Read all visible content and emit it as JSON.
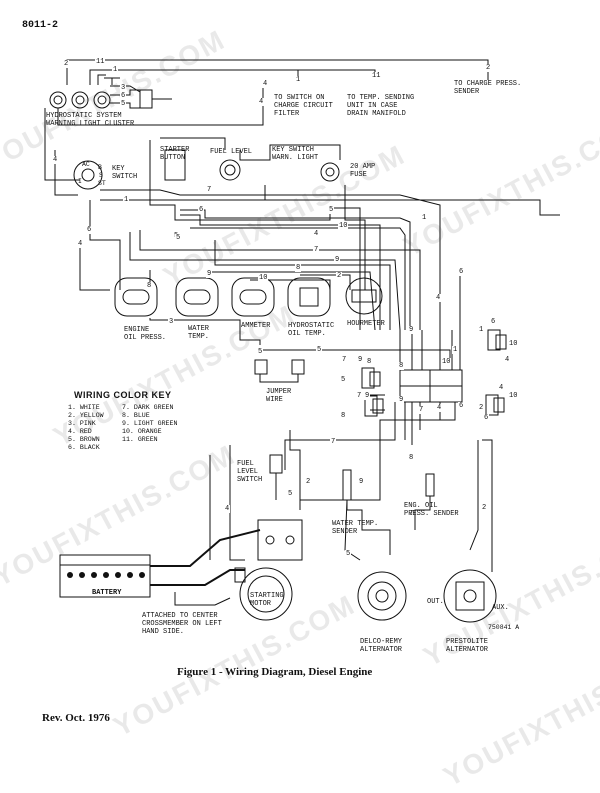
{
  "page_number": "8011-2",
  "caption": "Figure 1 - Wiring Diagram, Diesel Engine",
  "revision": "Rev. Oct. 1976",
  "watermark": "YOUFIXTHIS.COM",
  "labels": {
    "cluster": "HYDROSTATIC SYSTEM\nWARNING LIGHT CLUSTER",
    "switch_charge": "TO SWITCH ON\nCHARGE CIRCUIT\nFILTER",
    "temp_sending": "TO TEMP. SENDING\nUNIT IN CASE\nDRAIN MANIFOLD",
    "charge_press": "TO CHARGE PRESS.\nSENDER",
    "key_switch": "KEY\nSWITCH",
    "starter_button": "STARTER\nBUTTON",
    "fuel_level": "FUEL LEVEL",
    "key_switch_warn": "KEY SWITCH\nWARN. LIGHT",
    "fuse": "20 AMP\nFUSE",
    "engine_oil": "ENGINE\nOIL PRESS.",
    "water_temp": "WATER\nTEMP.",
    "ammeter": "AMMETER",
    "hydro_oil_temp": "HYDROSTATIC\nOIL TEMP.",
    "hourmeter": "HOURMETER",
    "jumper_wire": "JUMPER\nWIRE",
    "fuel_level_switch": "FUEL\nLEVEL\nSWITCH",
    "water_temp_sender": "WATER TEMP.\nSENDER",
    "eng_oil_sender": "ENG. OIL\nPRESS. SENDER",
    "battery": "BATTERY",
    "attached": "ATTACHED TO CENTER\nCROSSMEMBER ON LEFT\nHAND SIDE.",
    "starting_motor": "STARTING\nMOTOR",
    "delco": "DELCO-REMY\nALTERNATOR",
    "prestolite": "PRESTOLITE\nALTERNATOR",
    "out": "OUT.",
    "aux": "AUX.",
    "ref": "750841 A"
  },
  "key_switch_positions": [
    "AC",
    "B",
    "S",
    "ST",
    "I"
  ],
  "color_key": {
    "title": "WIRING COLOR KEY",
    "left": [
      "1.  WHITE",
      "2.  YELLOW",
      "3.  PINK",
      "4.  RED",
      "5.  BROWN",
      "6.  BLACK"
    ],
    "right": [
      "7.  DARK GREEN",
      "8.  BLUE",
      "9.  LIGHT GREEN",
      "10. ORANGE",
      "11. GREEN"
    ]
  },
  "wire_numbers": [
    "2",
    "11",
    "1",
    "3",
    "6",
    "5",
    "4",
    "1",
    "11",
    "2",
    "4",
    "3",
    "5",
    "6",
    "10",
    "4",
    "7",
    "9",
    "8",
    "2",
    "5",
    "1",
    "4",
    "7",
    "5",
    "8",
    "3",
    "9",
    "10",
    "6",
    "4",
    "1",
    "5",
    "7",
    "9",
    "8",
    "5",
    "7",
    "9",
    "8",
    "10",
    "1",
    "6",
    "4",
    "7",
    "8",
    "10",
    "9",
    "3",
    "6",
    "4",
    "1",
    "5",
    "2",
    "10",
    "7",
    "8",
    "6",
    "9",
    "10",
    "1",
    "4",
    "6",
    "2",
    "5",
    "4",
    "7",
    "5",
    "10",
    "6",
    "4"
  ]
}
